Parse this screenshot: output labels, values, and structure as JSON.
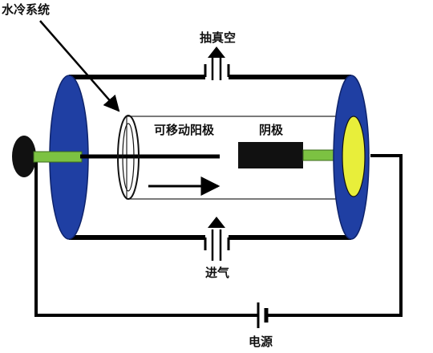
{
  "labels": {
    "cooling_system": "水冷系统",
    "vacuum_pump": "抽真空",
    "movable_anode": "可移动阳极",
    "cathode": "阴极",
    "gas_inlet": "进气",
    "power_supply": "电源"
  },
  "colors": {
    "end_cap": "#1f3fa3",
    "rod": "#7cc242",
    "cathode_face": "#e8ee3a",
    "cathode_block": "#111111",
    "knob": "#111111",
    "wire": "#000000",
    "background": "#ffffff"
  }
}
